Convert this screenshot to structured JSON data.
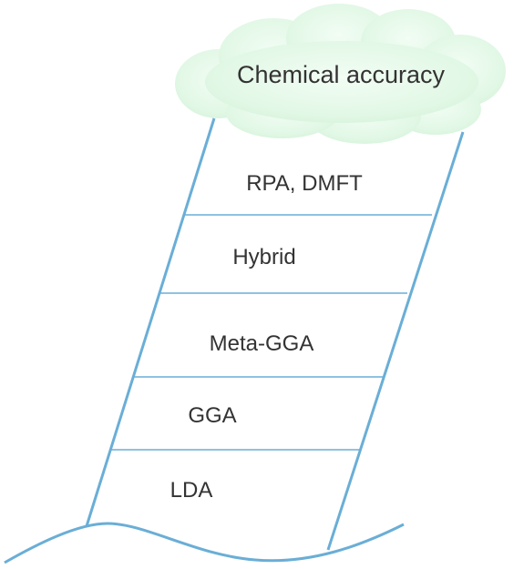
{
  "cloud": {
    "label": "Chemical accuracy",
    "fill": "#e2f8e6",
    "edge": "#cdeed4"
  },
  "ladder": {
    "line_color": "#6aaed6",
    "rungs": [
      {
        "label": "RPA, DMFT"
      },
      {
        "label": "Hybrid"
      },
      {
        "label": "Meta-GGA"
      },
      {
        "label": "GGA"
      },
      {
        "label": "LDA"
      }
    ]
  },
  "ground": {
    "line_color": "#6aaed6"
  }
}
